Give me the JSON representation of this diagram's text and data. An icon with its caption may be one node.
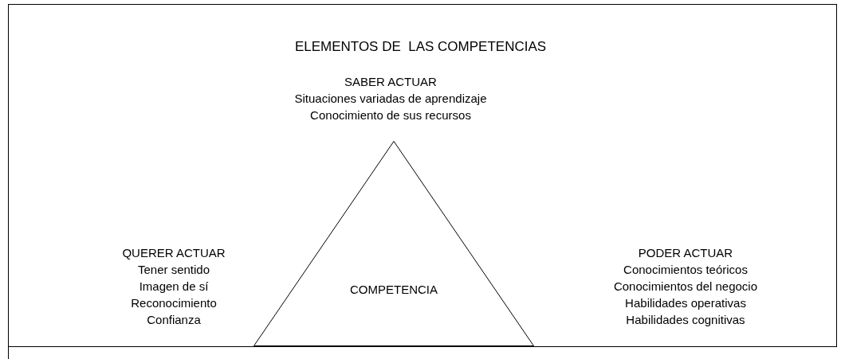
{
  "diagram": {
    "title": "ELEMENTOS DE  LAS COMPETENCIAS",
    "nodes": [
      {
        "text": [
          "COMPETENCIA"
        ]
      }
    ],
    "labels": [
      "SABER ACTUAR",
      "Situaciones variadas de aprendizaje",
      "Conocimiento de sus recursos",
      "QUERER ACTUAR",
      "Tener sentido",
      "Imagen de sí",
      "Reconocimiento",
      "Confianza",
      "PODER ACTUAR",
      "Conocimientos teóricos",
      "Conocimientos del negocio",
      "Habilidades operativas",
      "Habilidades cognitivas"
    ]
  }
}
